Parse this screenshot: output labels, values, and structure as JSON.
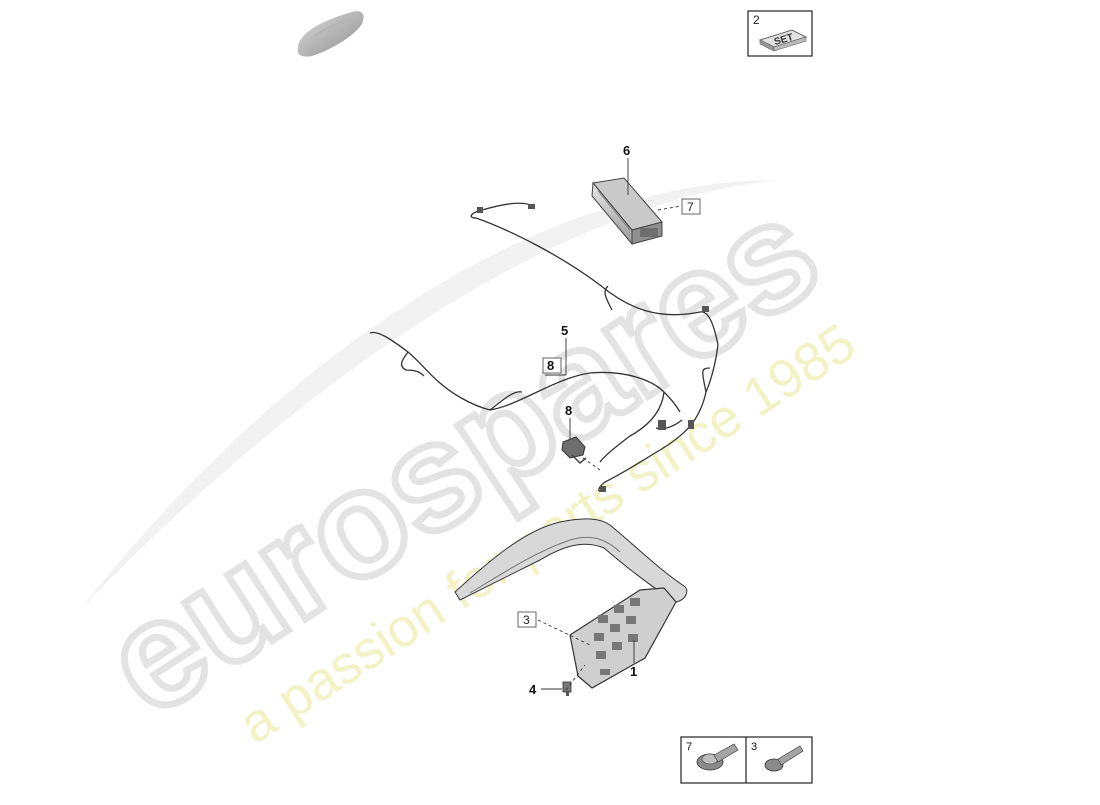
{
  "watermark": {
    "brand": "eurospares",
    "tagline": "a passion for parts since 1985"
  },
  "set_box": {
    "number": "2",
    "text": "SET"
  },
  "callouts": {
    "c1": "1",
    "c3_boxed": "3",
    "c4": "4",
    "c5": "5",
    "c6": "6",
    "c7_boxed": "7",
    "c8_boxed": "8",
    "c8": "8"
  },
  "hardware_table": {
    "cells": [
      {
        "number": "7"
      },
      {
        "number": "3"
      }
    ]
  },
  "colors": {
    "watermark_grey": "#e6e6e6",
    "watermark_yellow": "#f3f3b8",
    "line": "#333333"
  }
}
